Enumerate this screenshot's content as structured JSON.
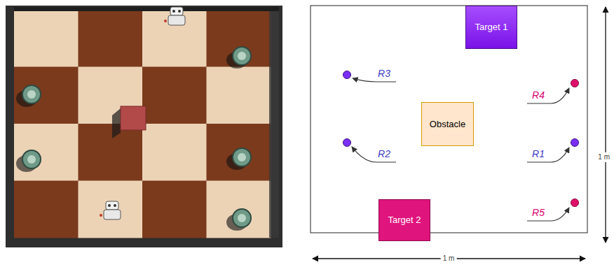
{
  "diagram": {
    "nodes": [
      {
        "text": [
          "Target 1"
        ]
      },
      {
        "text": [
          "Obstacle"
        ]
      },
      {
        "text": [
          "Target 2"
        ]
      }
    ],
    "labels": [
      "R3",
      "R4",
      "R2",
      "R1",
      "R5",
      "1 m",
      "1 m"
    ]
  }
}
